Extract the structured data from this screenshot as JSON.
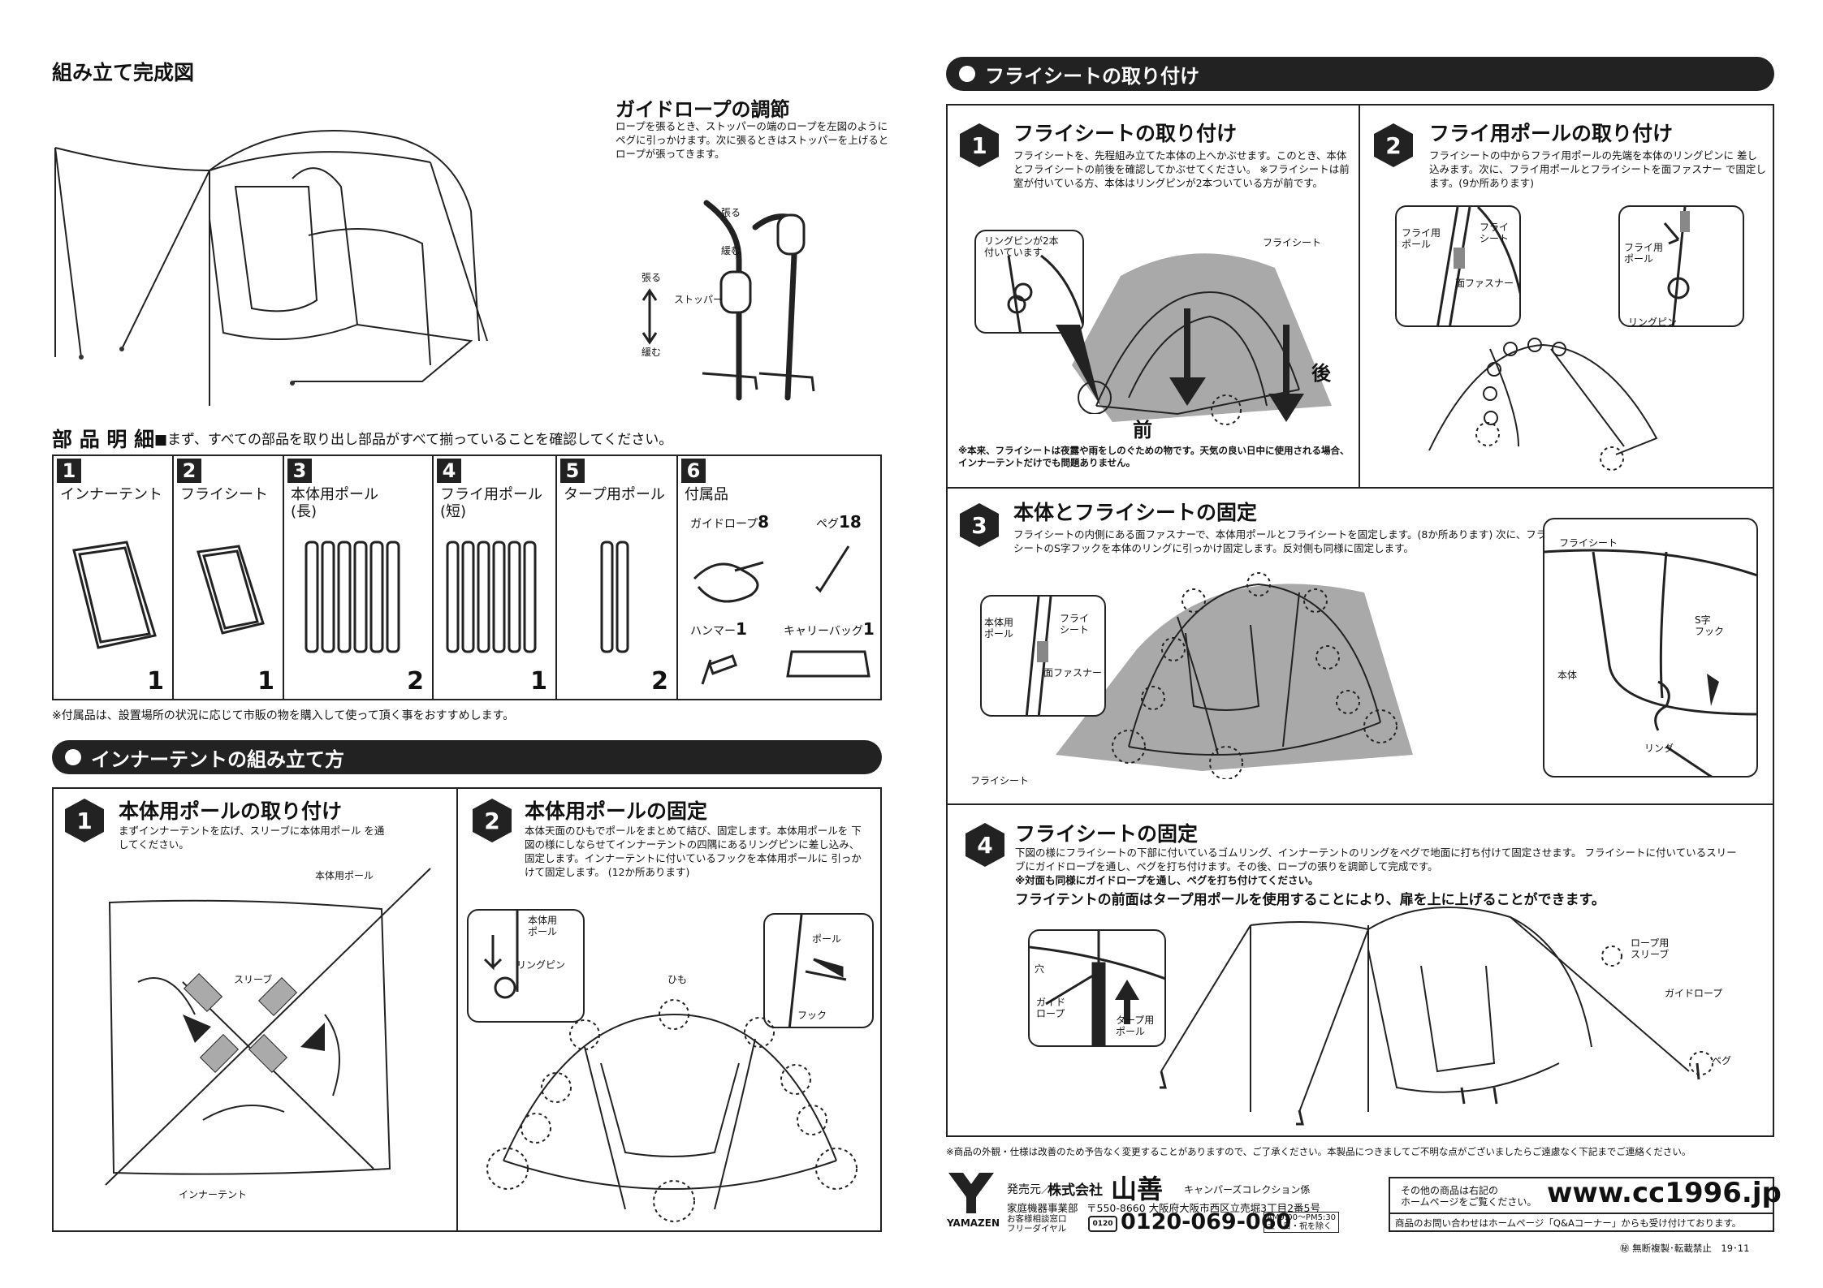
{
  "left": {
    "assembled_title": "組み立て完成図",
    "guide_rope": {
      "title": "ガイドロープの調節",
      "desc": "ロープを張るとき、ストッパーの端のロープを左図のように ペグに引っかけます。次に張るときはストッパーを上げるとロープが張ってきます。",
      "label_tension1": "張る",
      "label_loose1": "緩む",
      "label_tension2": "張る",
      "label_loose2": "緩む",
      "label_stopper": "ストッパー"
    },
    "parts": {
      "title": "部 品 明 細",
      "subtitle": "■まず、すべての部品を取り出し部品がすべて揃っていることを確認してください。",
      "items": [
        {
          "num": "1",
          "name": "インナーテント",
          "qty": "1"
        },
        {
          "num": "2",
          "name": "フライシート",
          "qty": "1"
        },
        {
          "num": "3",
          "name": "本体用ポール\n(長)",
          "qty": "2"
        },
        {
          "num": "4",
          "name": "フライ用ポール\n(短)",
          "qty": "1"
        },
        {
          "num": "5",
          "name": "タープ用ポール",
          "qty": "2"
        },
        {
          "num": "6",
          "name": "付属品",
          "qty": ""
        }
      ],
      "accessories": {
        "guide_rope": "ガイドロープ",
        "guide_rope_qty": "8",
        "peg": "ペグ",
        "peg_qty": "18",
        "hammer": "ハンマー",
        "hammer_qty": "1",
        "carry_bag": "キャリーバッグ",
        "carry_bag_qty": "1"
      },
      "note": "※付属品は、設置場所の状況に応じて市販の物を購入して使って頂く事をおすすめします。"
    },
    "inner_banner": "インナーテントの組み立て方",
    "step1": {
      "num": "1",
      "title": "本体用ポールの取り付け",
      "desc": "まずインナーテントを広げ、スリーブに本体用ポール を通してください。",
      "label_pole": "本体用ポール",
      "label_sleeve": "スリーブ",
      "label_inner": "インナーテント"
    },
    "step2": {
      "num": "2",
      "title": "本体用ポールの固定",
      "desc": "本体天面のひもでポールをまとめて結び、固定します。本体用ポールを 下図の様にしならせてインナーテントの四隅にあるリングピンに差し込み、固定します。インナーテントに付いているフックを本体用ポールに 引っかけて固定します。 (12か所あります)",
      "label_pole1": "本体用\nポール",
      "label_ringpin": "リングピン",
      "label_himo": "ひも",
      "label_pole2": "ポール",
      "label_hook": "フック"
    }
  },
  "right": {
    "fly_banner": "フライシートの取り付け",
    "step1": {
      "num": "1",
      "title": "フライシートの取り付け",
      "desc": "フライシートを、先程組み立てた本体の上へかぶせます。このとき、本体 とフライシートの前後を確認してかぶせてください。 ※フライシートは前室が付いている方、本体はリングピンが2本ついている方が前です。",
      "label_ringpin2": "リングピンが2本\n付いています",
      "label_fly": "フライシート",
      "label_front": "前",
      "label_back": "後",
      "note": "※本来、フライシートは夜露や雨をしのぐための物です。天気の良い日中に使用される場合、インナーテントだけでも問題ありません。"
    },
    "step2": {
      "num": "2",
      "title": "フライ用ポールの取り付け",
      "desc": "フライシートの中からフライ用ポールの先端を本体のリングピンに 差し込みます。次に、フライ用ポールとフライシートを面ファスナー で固定します。(9か所あります)",
      "label_flypole": "フライ用\nポール",
      "label_flysheet": "フライ\nシート",
      "label_velcro": "面ファスナー",
      "label_flypole2": "フライ用\nポール",
      "label_ringpin": "リングピン"
    },
    "step3": {
      "num": "3",
      "title": "本体とフライシートの固定",
      "desc": "フライシートの内側にある面ファスナーで、本体用ポールとフライシートを固定します。(8か所あります) 次に、フライシートのS字フックを本体のリングに引っかけ固定します。反対側も同様に固定します。",
      "label_bodypole": "本体用\nポール",
      "label_flysheet": "フライ\nシート",
      "label_velcro": "面ファスナー",
      "label_flysheet_bottom": "フライシート",
      "label_flysheet_mag": "フライシート",
      "label_shook": "S字\nフック",
      "label_body": "本体",
      "label_ring": "リング"
    },
    "step4": {
      "num": "4",
      "title": "フライシートの固定",
      "desc": "下図の様にフライシートの下部に付いているゴムリング、インナーテントのリングをペグで地面に打ち付けて固定させます。 フライシートに付いているスリーブにガイドロープを通し、ペグを打ち付けます。その後、ロープの張りを調節して完成です。",
      "desc_bold": "※対面も同様にガイドロープを通し、ペグを打ち付けてください。",
      "highlight": "フライテントの前面はタープ用ポールを使用することにより、扉を上に上げることができます。",
      "label_hole": "穴",
      "label_guide": "ガイド\nロープ",
      "label_tarppole": "タープ用\nポール",
      "label_ropesleeve": "ロープ用\nスリーブ",
      "label_guiderope": "ガイドロープ",
      "label_peg": "ペグ"
    },
    "footnote": "※商品の外観・仕様は改善のため予告なく変更することがありますので、ご了承ください。本製品につきましてご不明な点がございましたらご遠慮なく下記までご連絡ください。",
    "company": {
      "brand": "YAMAZEN",
      "seller_prefix": "発売元／",
      "company_name": "株式会社",
      "company_kanji": "山善",
      "dept": "キャンパーズコレクション係",
      "division": "家庭機器事業部",
      "address": "〒550-8660 大阪府大阪市西区立売堀3丁目2番5号",
      "support_label": "お客様相談窓口\nフリーダイヤル",
      "freedial_icon": "0120",
      "phone": "0120-069-060",
      "hours": "AM9:00〜PM5:30\n土・日・祝を除く",
      "web_pre": "その他の商品は右記の\nホームページをご覧ください。",
      "url": "www.cc1996.jp",
      "web_note": "商品のお問い合わせはホームページ「Q&Aコーナー」からも受け付けております。",
      "copy": "㊙ 無断複製･転載禁止　19･11"
    }
  }
}
